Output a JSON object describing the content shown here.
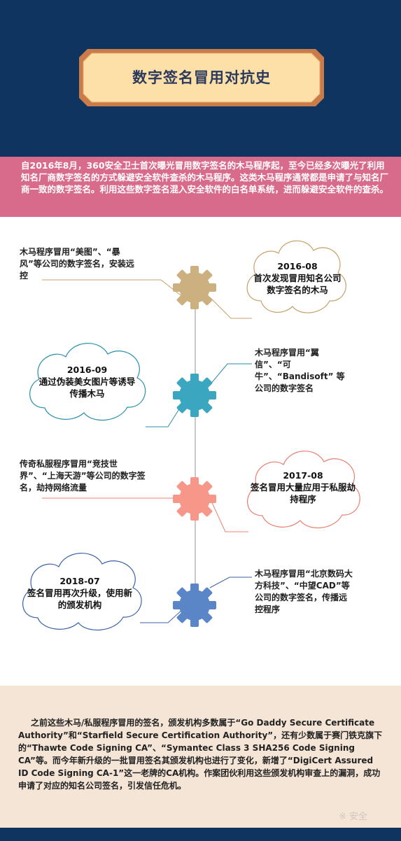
{
  "title": "数字签名冒用对抗史",
  "intro": "自2016年8月，360安全卫士首次曝光冒用数字签名的木马程序起，至今已经多次曝光了利用知名厂商数字签名的方式躲避安全软件查杀的木马程序。这类木马程序通常都是申请了与知名厂商一致的数字签名。利用这些数字签名混入安全软件的白名单系统，进而躲避安全软件的查杀。",
  "events": [
    {
      "date": "2016-08",
      "summary": "首次发现冒用知名公司数字签名的木马",
      "detail": "木马程序冒用“美图”、“暴风”等公司的数字签名，安装远控",
      "gear_color": "#cdb07f"
    },
    {
      "date": "2016-09",
      "summary": "通过伪装美女图片等诱导传播木马",
      "detail": "木马程序冒用“翼信”、“可牛”、“Bandisoft” 等公司的数字签名",
      "gear_color": "#3aa6c0"
    },
    {
      "date": "2017-08",
      "summary": "签名冒用大量应用于私服劫持程序",
      "detail": "传奇私服程序冒用“竞技世界”、“上海天游”等公司的数字签名，劫持网络流量",
      "gear_color": "#f6978a"
    },
    {
      "date": "2018-07",
      "summary": "签名冒用再次升级，使用新的颁发机构",
      "detail": "木马程序冒用“北京数码大方科技”、“中望CAD”等公司的数字签名，传播远控程序",
      "gear_color": "#5a86c8"
    }
  ],
  "footer": "之前这些木马/私服程序冒用的签名，颁发机构多数属于“Go Daddy Secure Certificate Authority”和“Starfield Secure Certification Authority”，还有少数属于赛门铁克旗下的“Thawte Code Signing CA”、“Symantec Class 3 SHA256 Code Signing CA”等。而今年新升级的一批冒用签名其颁发机构也进行了变化，新增了“DigiCert Assured ID Code Signing CA-1”这一老牌的CA机构。作案团伙利用这些颁发机构审查上的漏洞，成功申请了对应的知名公司签名，引发信任危机。",
  "watermark": "※ 安全",
  "colors": {
    "header": "#0f3460",
    "intro": "#d86a8c",
    "footer": "#f5e5d6",
    "title_plate": "#fde0a8"
  }
}
